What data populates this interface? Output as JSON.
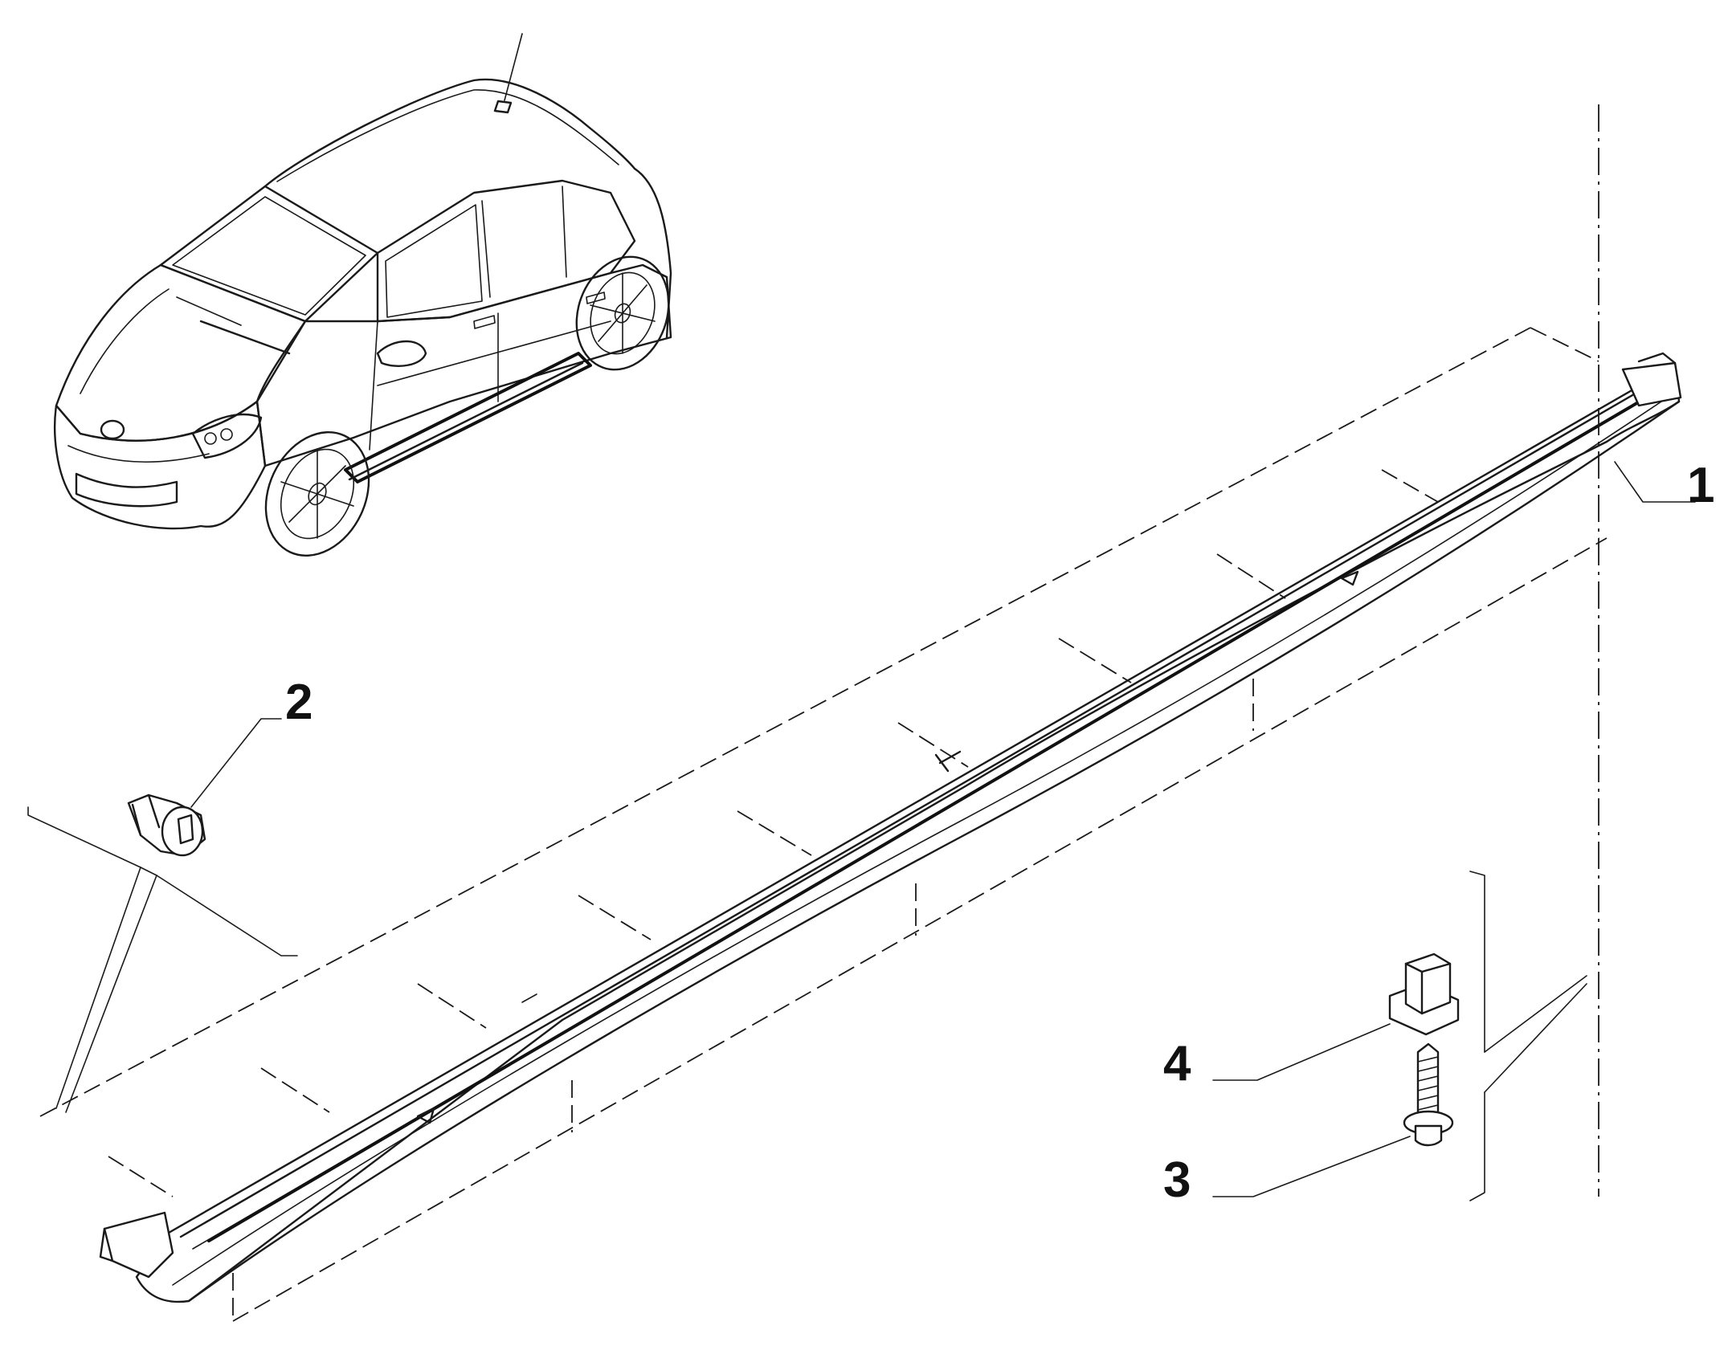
{
  "diagram": {
    "callouts": [
      {
        "id": "1",
        "label": "1",
        "part": "side-sill-trim"
      },
      {
        "id": "2",
        "label": "2",
        "part": "push-clip"
      },
      {
        "id": "3",
        "label": "3",
        "part": "screw"
      },
      {
        "id": "4",
        "label": "4",
        "part": "square-nut"
      }
    ]
  }
}
